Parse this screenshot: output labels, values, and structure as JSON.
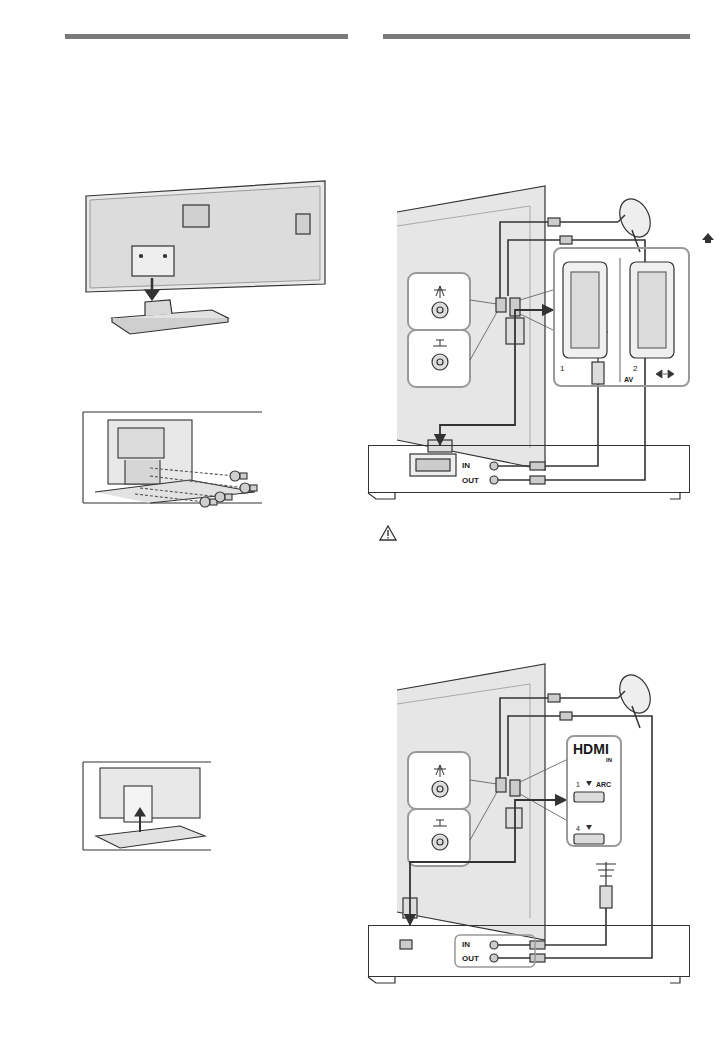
{
  "diagram": {
    "nodes": [
      {
        "text": [
          "1",
          "2",
          "AV"
        ]
      },
      {
        "text": [
          "IN",
          "OUT"
        ]
      },
      {
        "text": [
          "HDMI",
          "IN",
          "1",
          "ARC",
          "4"
        ]
      },
      {
        "text": [
          "IN",
          "OUT"
        ]
      }
    ],
    "edges": [
      {
        "from": 1,
        "to": 0,
        "arrow": "both"
      },
      {
        "from": 3,
        "to": 2,
        "arrow": "both"
      }
    ]
  }
}
